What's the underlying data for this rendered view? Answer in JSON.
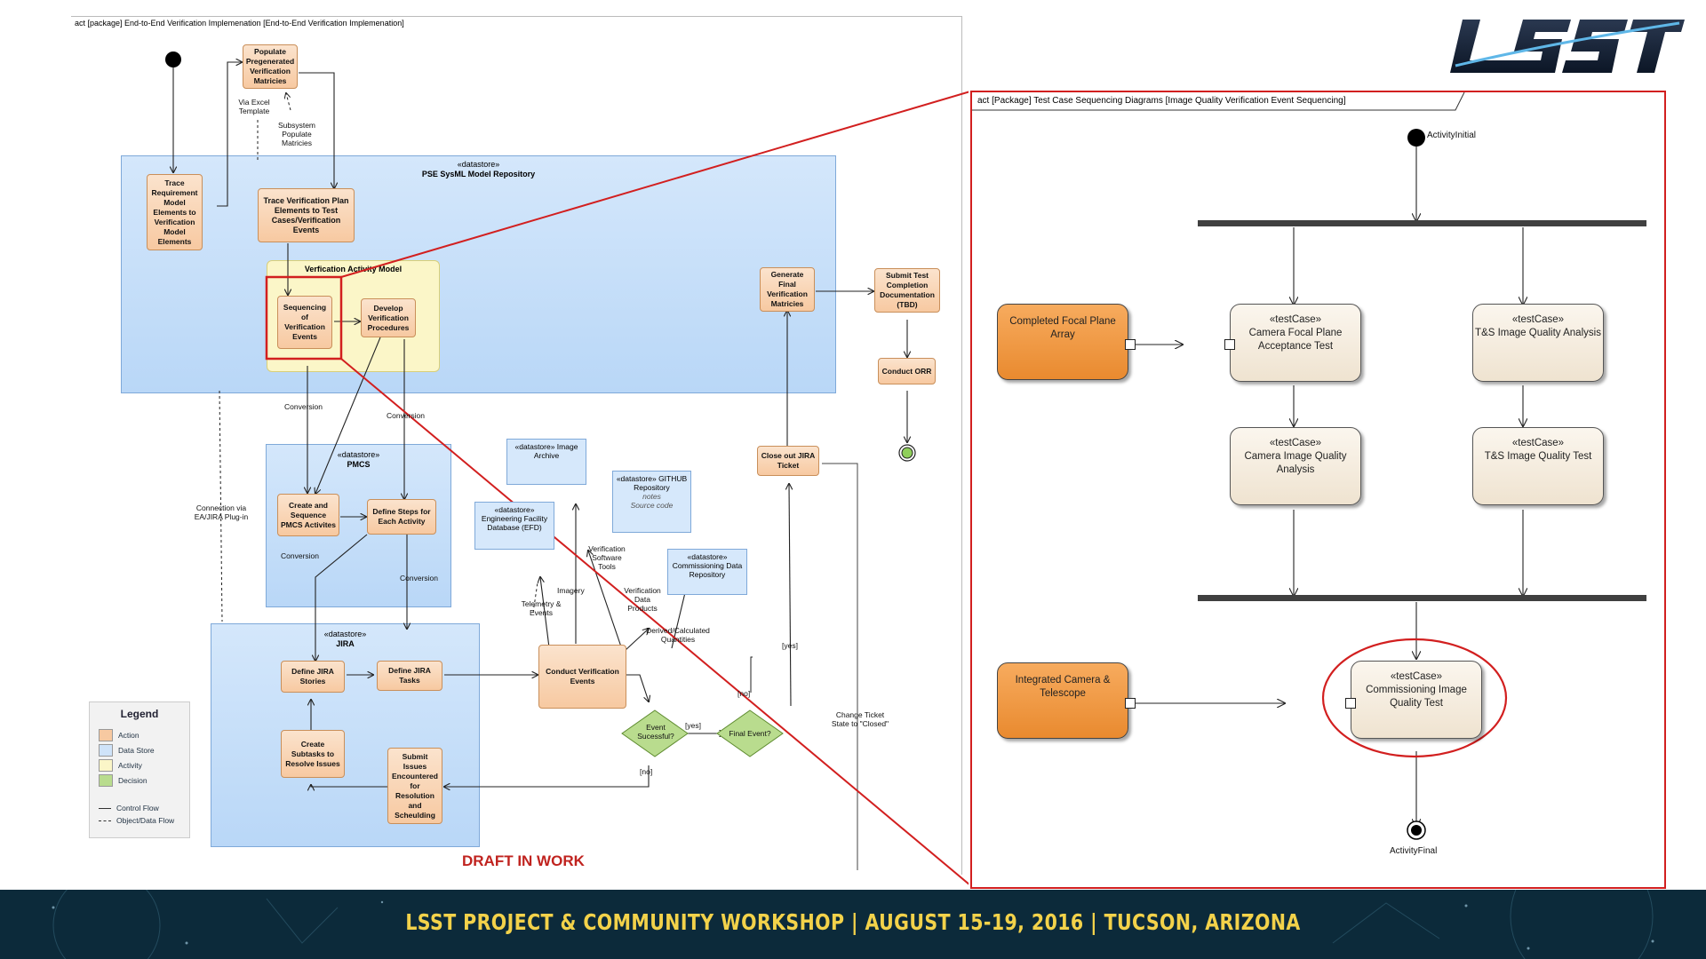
{
  "left_diagram": {
    "frame_title": "act [package] End-to-End Verification Implemenation [End-to-End Verification Implemenation]",
    "pse_store": {
      "stereotype": "«datastore»",
      "name": "PSE SysML Model Repository"
    },
    "verification_activity_model": "Verfication Activity Model",
    "pmcs_store": {
      "stereotype": "«datastore»",
      "name": "PMCS"
    },
    "jira_store": {
      "stereotype": "«datastore»",
      "name": "JIRA"
    },
    "actions": {
      "populate": "Populate Pregenerated Verification Matricies",
      "trace_req": "Trace Requirement Model Elements to Verification Model Elements",
      "trace_plan": "Trace Verification Plan Elements to Test Cases/Verification Events",
      "sequencing": "Sequencing of Verification Events",
      "develop": "Develop Verification Procedures",
      "generate": "Generate Final Verification Matricies",
      "submit_test": "Submit Test Completion Documentation (TBD)",
      "conduct_orr": "Conduct ORR",
      "close_jira": "Close out JIRA Ticket",
      "create_seq": "Create and Sequence PMCS Activites",
      "define_steps": "Define Steps for Each Activity",
      "define_stories": "Define JIRA Stories",
      "define_tasks": "Define JIRA Tasks",
      "create_subtasks": "Create Subtasks to Resolve Issues",
      "submit_issues": "Submit Issues Encountered for Resolution and Scheulding",
      "conduct_events": "Conduct Verification Events"
    },
    "datastores": {
      "image_archive": "«datastore» Image Archive",
      "github": "«datastore» GITHUB Repository",
      "github_notes": "notes",
      "github_source": "Source code",
      "efd": "«datastore» Engineering Facility Database (EFD)",
      "commissioning": "«datastore» Commissioning Data Repository"
    },
    "decisions": {
      "event_success": "Event Sucessful?",
      "final_event": "Final Event?"
    },
    "labels": {
      "via_excel": "Via Excel Template",
      "subsystem": "Subsystem Populate Matricies",
      "conversion": "Conversion",
      "connection": "Connection via EA/JIRA Plug-in",
      "verification_tools": "Verification Software Tools",
      "verification_products": "Verification Data Products",
      "derived": "Derived/Calculated Quantities",
      "telemetry": "Telemetry & Events",
      "imagery": "Imagery",
      "yes": "[yes]",
      "no": "[no]",
      "change_ticket": "Change Ticket State to \"Closed\""
    },
    "legend": {
      "title": "Legend",
      "items": [
        "Action",
        "Data Store",
        "Activity",
        "Decision"
      ],
      "flows": [
        "Control Flow",
        "Object/Data Flow"
      ],
      "colors": [
        "#f7c9a1",
        "#cfe3f9",
        "#fbf6c8",
        "#b9dc8e"
      ]
    },
    "draft": "DRAFT IN WORK"
  },
  "right_diagram": {
    "frame_title": "act [Package] Test Case Sequencing Diagrams [Image Quality Verification Event Sequencing]",
    "initial_label": "ActivityInitial",
    "final_label": "ActivityFinal",
    "external": {
      "focal_plane": "Completed Focal Plane Array",
      "integrated_camera": "Integrated Camera & Telescope"
    },
    "testcases": {
      "stereotype": "«testCase»",
      "camera_focal": "Camera Focal Plane Acceptance Test",
      "ts_analysis": "T&S Image Quality Analysis",
      "camera_iq": "Camera Image Quality Analysis",
      "ts_test": "T&S Image Quality Test",
      "commissioning": "Commissioning Image Quality Test"
    }
  },
  "footer": "LSST PROJECT & COMMUNITY WORKSHOP | AUGUST 15-19, 2016 | TUCSON, ARIZONA",
  "logo_text": "LSST"
}
